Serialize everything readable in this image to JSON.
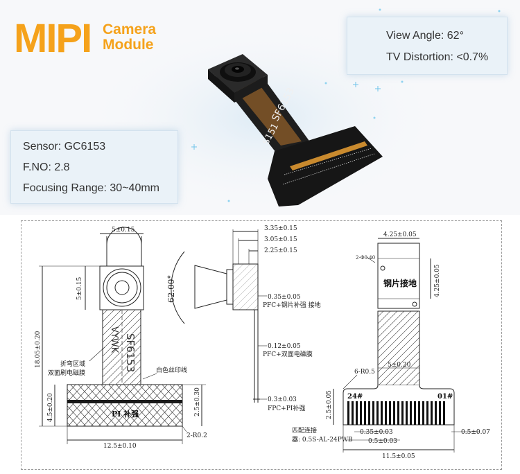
{
  "brand": {
    "main": "MIPI",
    "sub_line1": "Camera",
    "sub_line2": "Module",
    "color": "#f5a21b"
  },
  "specs_right": {
    "view_angle": "View Angle: 62°",
    "tv_distortion": "TV Distortion: <0.7%"
  },
  "specs_left": {
    "sensor": "Sensor: GC6153",
    "fno": "F.NO: 2.8",
    "focusing_range": "Focusing Range: 30~40mm"
  },
  "photo": {
    "print1": "SF6153",
    "print2": "S151"
  },
  "drawing": {
    "front": {
      "w_holder": "5±0.15",
      "h_holder": "5±0.15",
      "total_height": "18.05±0.20",
      "bend_note_1": "折弯区域",
      "bend_note_2": "双面刷电磁膜",
      "print_label": "VYWK",
      "print_model": "SF6153",
      "silk_note": "白色丝印线",
      "stiffener_height": "2.5±0.30",
      "stiffener_label": "PI 补强",
      "bottom_height": "4.5±0.20",
      "corner_radius": "2-R0.2",
      "total_width": "12.5±0.10"
    },
    "side": {
      "angle": "62.00°",
      "d1": "3.35±0.15",
      "d2": "3.05±0.15",
      "d3": "2.25±0.15",
      "t1": "0.35±0.05",
      "t1_note": "PFC+钢片补强 接地",
      "t2": "0.12±0.05",
      "t2_note": "PFC+双面电磁膜",
      "t3": "0.3±0.03",
      "t3_note": "FPC+PI补强"
    },
    "back": {
      "top_width": "4.25±0.05",
      "hole": "2-Φ0.40",
      "steel_label": "钢片接地",
      "steel_height": "4.25±0.05",
      "mid_width": "5±0.20",
      "radius": "6-R0.5",
      "pad_height": "2.5±0.05",
      "pin24": "24#",
      "pin01": "01#",
      "connector_1": "匹配连接",
      "connector_2": "器: 0.5S-AL-24PWB",
      "pad_w": "0.35±0.03",
      "pitch": "0.5±0.03",
      "offset": "0.5±0.07",
      "total": "11.5±0.05"
    }
  }
}
